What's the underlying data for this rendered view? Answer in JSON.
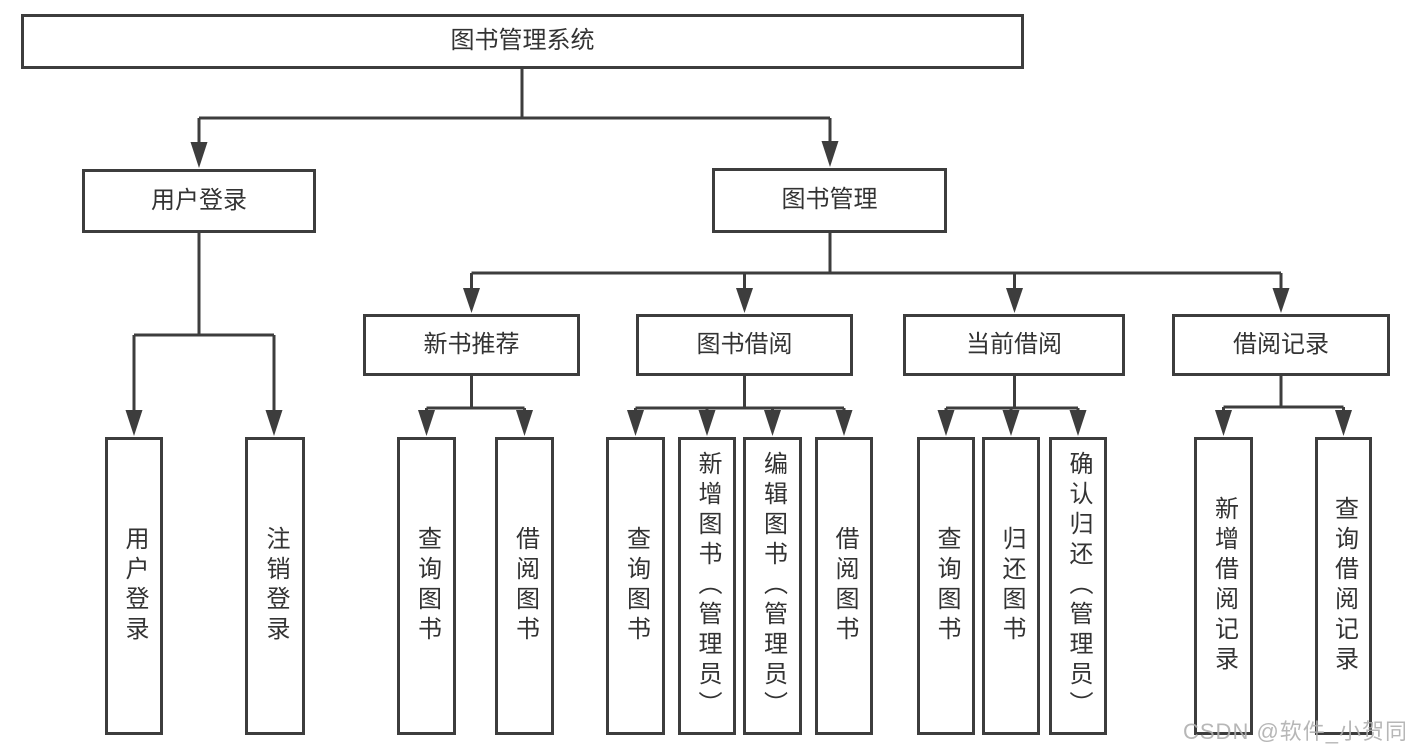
{
  "nodes": {
    "root": "图书管理系统",
    "user_login": "用户登录",
    "book_mgmt": "图书管理",
    "new_book_rec": "新书推荐",
    "book_borrow": "图书借阅",
    "current_borrow": "当前借阅",
    "borrow_record": "借阅记录",
    "ul_login": "用户登录",
    "ul_logout": "注销登录",
    "nbr_query": "查询图书",
    "nbr_borrow": "借阅图书",
    "bb_query": "查询图书",
    "bb_add": "新增图书（管理员）",
    "bb_edit": "编辑图书（管理员）",
    "bb_borrow": "借阅图书",
    "cb_query": "查询图书",
    "cb_return": "归还图书",
    "cb_confirm": "确认归还（管理员）",
    "br_add": "新增借阅记录",
    "br_query": "查询借阅记录"
  },
  "hierarchy": {
    "图书管理系统": {
      "用户登录": [
        "用户登录",
        "注销登录"
      ],
      "图书管理": {
        "新书推荐": [
          "查询图书",
          "借阅图书"
        ],
        "图书借阅": [
          "查询图书",
          "新增图书（管理员）",
          "编辑图书（管理员）",
          "借阅图书"
        ],
        "当前借阅": [
          "查询图书",
          "归还图书",
          "确认归还（管理员）"
        ],
        "借阅记录": [
          "新增借阅记录",
          "查询借阅记录"
        ]
      }
    }
  },
  "watermark": "CSDN @软件_小贺同学",
  "colors": {
    "line": "#3d3d3d",
    "text": "#333333",
    "watermark": "#b0b0b0",
    "background": "#ffffff"
  }
}
